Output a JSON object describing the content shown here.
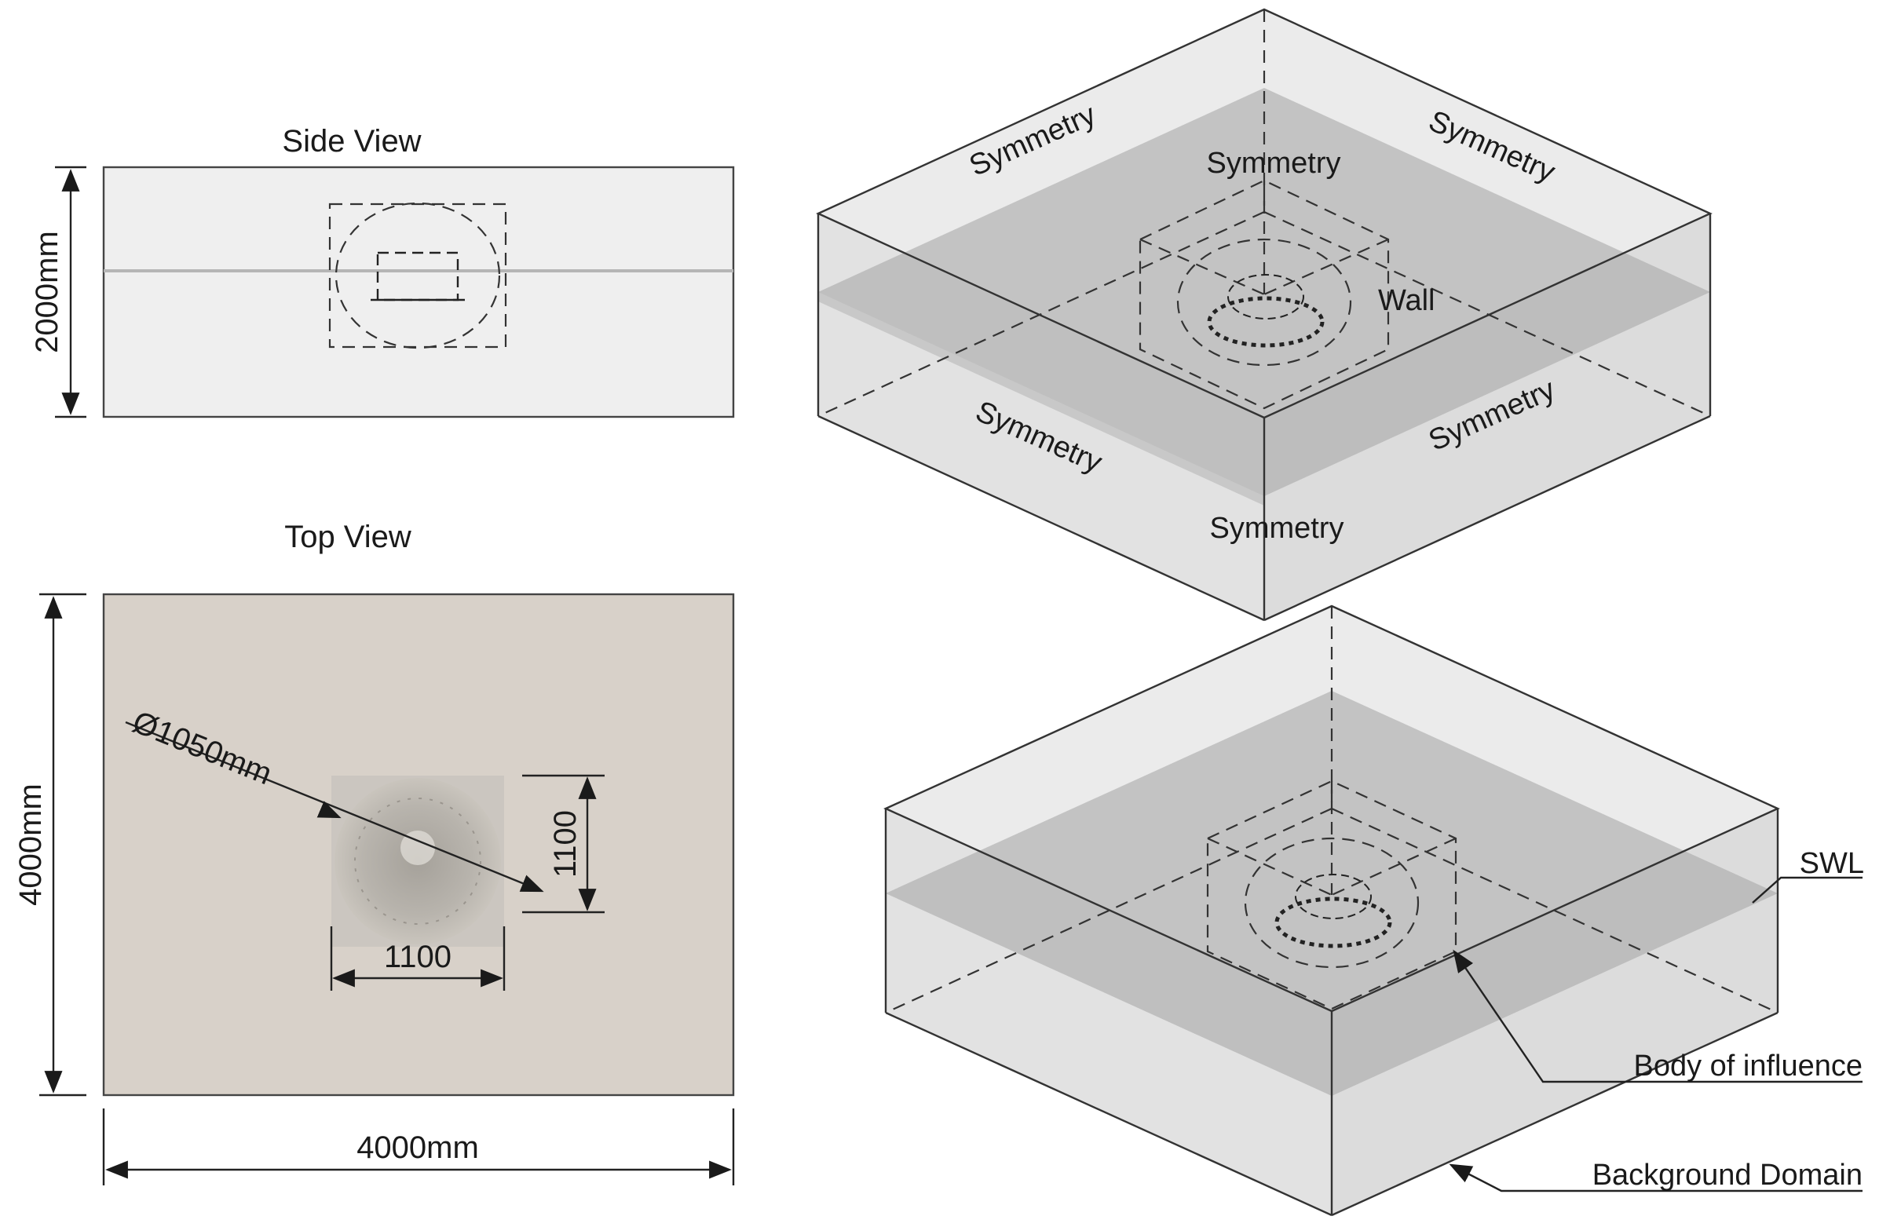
{
  "side_view": {
    "title": "Side View",
    "height_dim": "2000mm"
  },
  "top_view": {
    "title": "Top View",
    "width_dim": "4000mm",
    "height_dim": "4000mm",
    "diameter_dim": "Ø1050mm",
    "box_width_dim": "1100",
    "box_height_dim": "1100"
  },
  "iso_boundary": {
    "labels": {
      "sym_top_back": "Symmetry",
      "sym_left_back": "Symmetry",
      "sym_right_back": "Symmetry",
      "sym_left_front": "Symmetry",
      "sym_right_front": "Symmetry",
      "sym_bottom": "Symmetry",
      "wall": "Wall"
    }
  },
  "iso_domain": {
    "labels": {
      "swl": "SWL",
      "body_of_influence": "Body of influence",
      "background_domain": "Background Domain"
    }
  },
  "colors": {
    "domain_fill": "#d9d9d9",
    "top_view_fill": "#d8d1c9",
    "water_plane": "#a9a9a9",
    "line": "#333333"
  }
}
